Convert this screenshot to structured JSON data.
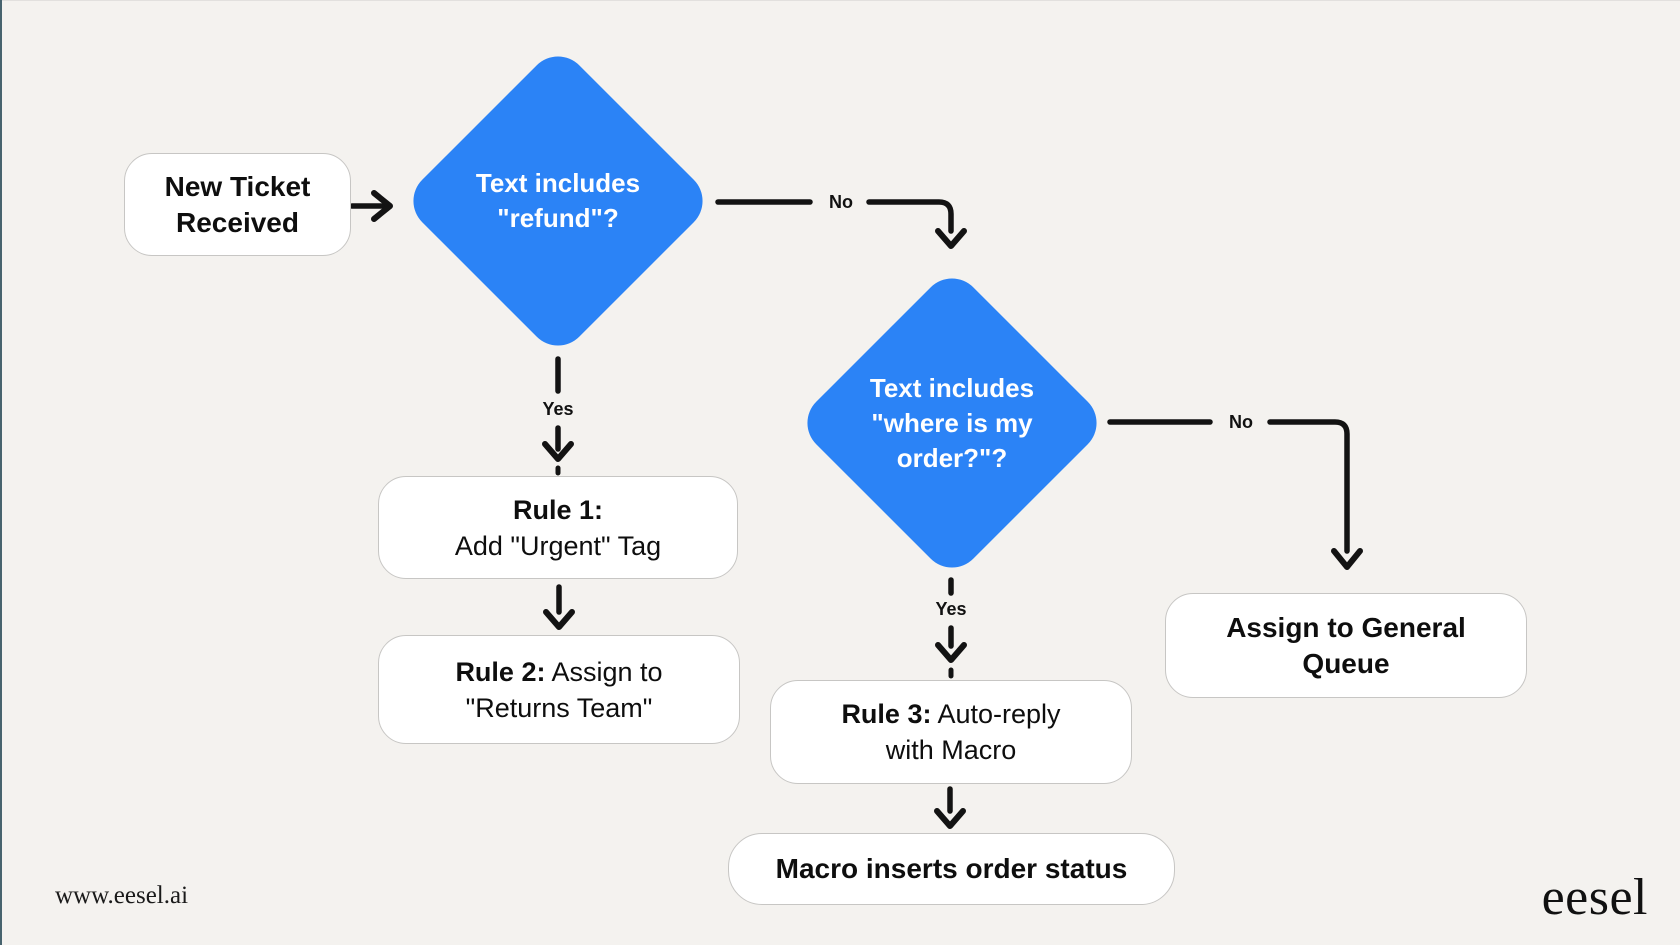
{
  "meta": {
    "background": "#F4F2EF",
    "accent_blue": "#2B83F6",
    "line_color": "#131313",
    "node_border": "#C7C6C4"
  },
  "flow": {
    "nodes": {
      "new_ticket": {
        "lines": [
          "New Ticket",
          "Received"
        ]
      },
      "decision_refund": {
        "lines": [
          "Text includes",
          "\"refund\"?"
        ]
      },
      "decision_order": {
        "lines": [
          "Text includes",
          "\"where is my",
          "order?\"?"
        ]
      },
      "rule1": {
        "bold": "Rule 1:",
        "tail": "",
        "line2": "Add \"Urgent\" Tag"
      },
      "rule2": {
        "bold": "Rule 2:",
        "tail": " Assign to",
        "line2": "\"Returns Team\""
      },
      "rule3": {
        "bold": "Rule 3:",
        "tail": " Auto-reply",
        "line2": "with Macro"
      },
      "macro_result": {
        "label": "Macro inserts order status"
      },
      "general_queue": {
        "lines": [
          "Assign to General",
          "Queue"
        ]
      }
    },
    "edge_labels": {
      "yes_refund": "Yes",
      "no_refund": "No",
      "yes_order": "Yes",
      "no_order": "No"
    }
  },
  "footer": {
    "website": "www.eesel.ai",
    "logo": "eesel"
  }
}
